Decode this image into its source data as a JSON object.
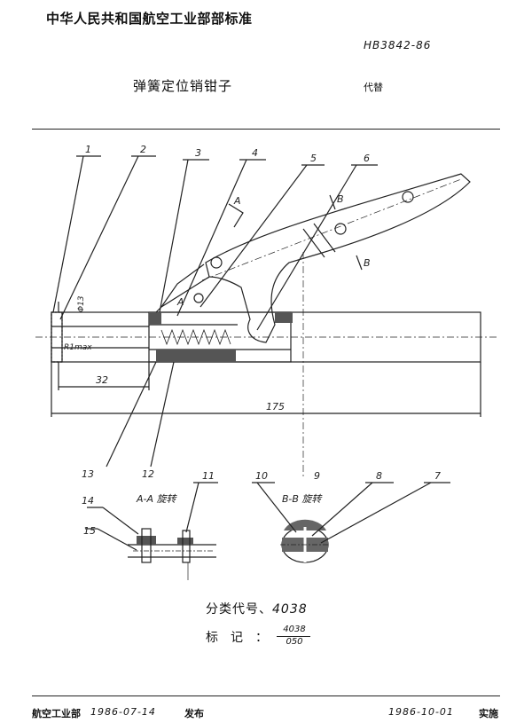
{
  "header": {
    "org": "中华人民共和国航空工业部部标准",
    "code": "HB3842-86",
    "title": "弹簧定位销钳子",
    "replace_label": "代替"
  },
  "drawing": {
    "callouts": [
      "1",
      "2",
      "3",
      "4",
      "5",
      "6",
      "7",
      "8",
      "9",
      "10",
      "11",
      "12",
      "13",
      "14",
      "15"
    ],
    "section_marks": {
      "a": "A",
      "b": "B"
    },
    "dimensions": {
      "diameter": "Φ13",
      "radius": "R1max",
      "len_short": "32",
      "len_total": "175"
    },
    "section_views": {
      "aa": "A-A 旋转",
      "bb": "B-B 旋转"
    }
  },
  "classification": {
    "label": "分类代号",
    "sep": "、",
    "code": "4038"
  },
  "mark": {
    "label": "标记",
    "colon": "：",
    "numerator": "4038",
    "denominator": "050"
  },
  "footer": {
    "org": "航空工业部",
    "issue_date": "1986-07-14",
    "issue_label": "发布",
    "impl_date": "1986-10-01",
    "impl_label": "实施"
  }
}
